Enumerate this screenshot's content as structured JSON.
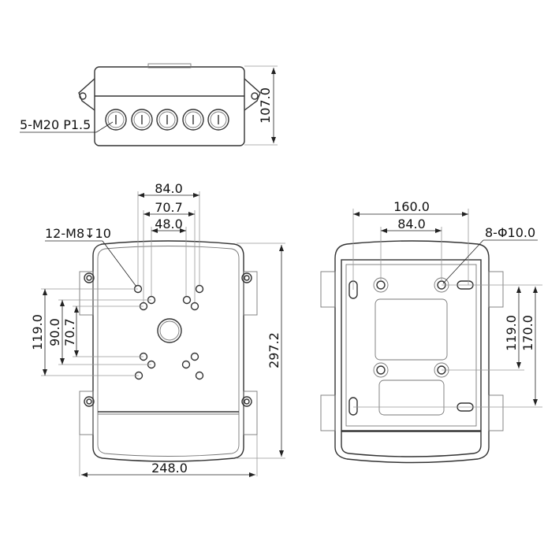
{
  "top_view": {
    "thread_label": "5-M20 P1.5",
    "height_dim": "107.0"
  },
  "front_view": {
    "thread_hole_label": "12-M8↧10",
    "dims_horizontal": [
      "84.0",
      "70.7",
      "48.0"
    ],
    "dims_vertical": [
      "119.0",
      "90.0",
      "70.7"
    ],
    "height_dim": "297.2",
    "width_dim": "248.0"
  },
  "back_view": {
    "hole_label": "8-Φ10.0",
    "dims_horizontal": [
      "160.0",
      "84.0"
    ],
    "dims_vertical": [
      "119.0",
      "170.0"
    ]
  },
  "colors": {
    "line": "#333333",
    "background": "#ffffff"
  }
}
